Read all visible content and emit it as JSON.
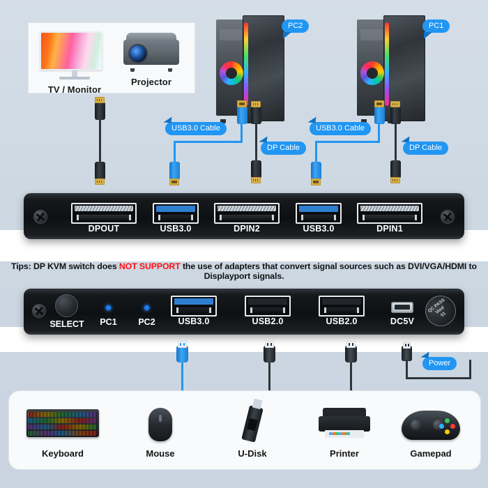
{
  "display_box": {
    "items": [
      {
        "label": "TV / Monitor",
        "icon": "monitor-icon"
      },
      {
        "label": "Projector",
        "icon": "projector-icon"
      }
    ]
  },
  "computers": [
    {
      "label": "PC2",
      "icon": "pc-tower-icon"
    },
    {
      "label": "PC1",
      "icon": "pc-tower-icon"
    }
  ],
  "cable_callouts": [
    {
      "label": "USB3.0 Cable"
    },
    {
      "label": "DP Cable"
    },
    {
      "label": "USB3.0 Cable"
    },
    {
      "label": "DP Cable"
    }
  ],
  "power_callout": {
    "label": "Power"
  },
  "top_unit": {
    "ports": [
      {
        "label": "DPOUT",
        "type": "displayport"
      },
      {
        "label": "USB3.0",
        "type": "usb3"
      },
      {
        "label": "DPIN2",
        "type": "displayport"
      },
      {
        "label": "USB3.0",
        "type": "usb3"
      },
      {
        "label": "DPIN1",
        "type": "displayport"
      }
    ]
  },
  "tips": {
    "prefix": "Tips: DP KVM switch does ",
    "warning": "NOT SUPPORT",
    "suffix": " the use of adapters that convert signal sources such as DVI/VGA/HDMI to Displayport signals."
  },
  "bottom_unit": {
    "select_label": "SELECT",
    "leds": [
      {
        "label": "PC1",
        "color": "#1f7ff0"
      },
      {
        "label": "PC2",
        "color": "#1f7ff0"
      }
    ],
    "ports": [
      {
        "label": "USB3.0",
        "type": "usb3"
      },
      {
        "label": "USB2.0",
        "type": "usb2"
      },
      {
        "label": "USB2.0",
        "type": "usb2"
      },
      {
        "label": "DC5V",
        "type": "micro-usb"
      }
    ],
    "seal": {
      "line1": "QC PASS",
      "line2": "Void",
      "line3": "01"
    }
  },
  "peripherals": [
    {
      "label": "Keyboard",
      "icon": "keyboard-icon"
    },
    {
      "label": "Mouse",
      "icon": "mouse-icon"
    },
    {
      "label": "U-Disk",
      "icon": "usb-flash-drive-icon"
    },
    {
      "label": "Printer",
      "icon": "printer-icon"
    },
    {
      "label": "Gamepad",
      "icon": "gamepad-icon"
    }
  ],
  "colors": {
    "accent": "#2196f3",
    "warning": "#ff1111",
    "background": "#ccd7e2",
    "device_black": "#0d1012",
    "usb3_blue": "#2f7fd1"
  }
}
